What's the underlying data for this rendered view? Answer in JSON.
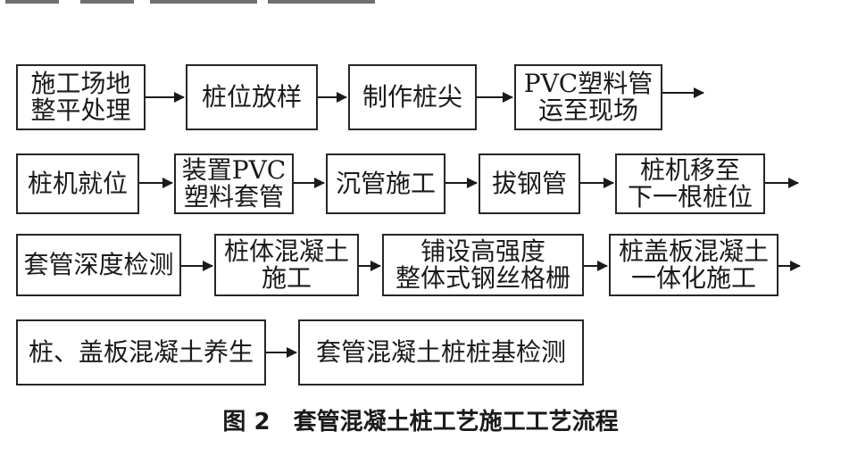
{
  "colors": {
    "border": "#262626",
    "arrow": "#1a1a1a"
  },
  "rows": [
    {
      "steps": [
        "施工场地\n整平处理",
        "桩位放样",
        "制作桩尖",
        "PVC塑料管\n运至现场"
      ]
    },
    {
      "steps": [
        "桩机就位",
        "装置PVC\n塑料套管",
        "沉管施工",
        "拔钢管",
        "桩机移至\n下一根桩位"
      ]
    },
    {
      "steps": [
        "套管深度检测",
        "桩体混凝土\n施工",
        "铺设高强度\n整体式钢丝格栅",
        "桩盖板混凝土\n一体化施工"
      ]
    },
    {
      "steps": [
        "桩、盖板混凝土养生",
        "套管混凝土桩桩基检测"
      ]
    }
  ],
  "caption": "图 2　套管混凝土桩工艺施工工艺流程"
}
